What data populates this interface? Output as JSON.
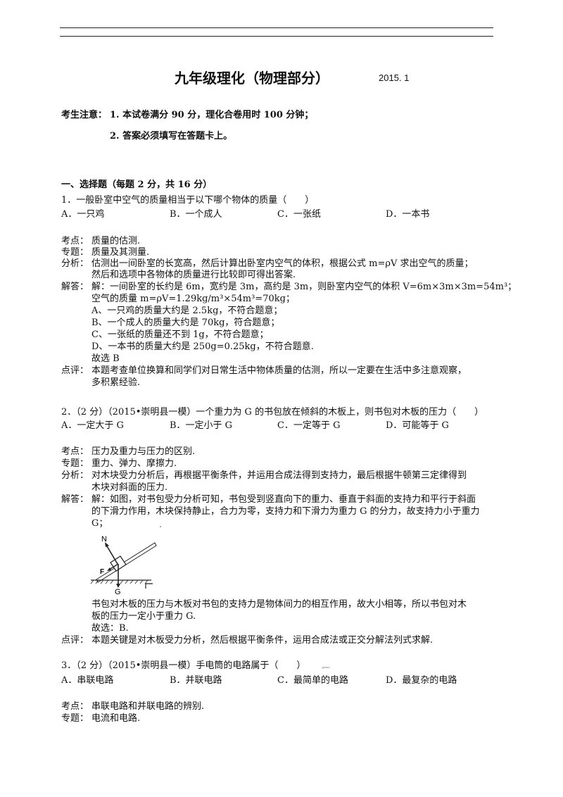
{
  "header": {
    "title": "九年级理化（物理部分）",
    "date": "2015. 1"
  },
  "notice": {
    "label": "考生注意：",
    "item1": "1. 本试卷满分 90 分，理化合卷用时 100 分钟；",
    "item2": "2. 答案必须填写在答题卡上。"
  },
  "section1": {
    "heading": "一、选择题（每题 2 分，共 16 分）"
  },
  "q1": {
    "stem": "1．一般卧室中空气的质量相当于以下哪个物体的质量（　　）",
    "options": [
      "A．一只鸡",
      "B．一个成人",
      "C．一张纸",
      "D．一本书"
    ],
    "kaodian_label": "考点：",
    "kaodian": "质量的估测.",
    "zhuanti_label": "专题：",
    "zhuanti": "质量及其测量.",
    "fenxi_label": "分析：",
    "fenxi": [
      "估测出一间卧室的长宽高，然后计算出卧室内空气的体积，根据公式 m=ρV 求出空气的质量；",
      "然后和选项中各物体的质量进行比较即可得出答案."
    ],
    "jieda_label": "解答：",
    "jieda": [
      "解：一间卧室的长约是 6m，宽约是 3m，高约是 3m，则卧室内空气的体积 V=6m×3m×3m=54m³；",
      "空气的质量 m=ρV=1.29kg/m³×54m³=70kg；",
      "A、一只鸡的质量大约是 2.5kg，不符合题意；",
      "B、一个成人的质量大约是 70kg，符合题意；",
      "C、一张纸的质量还不到 1g，不符合题意；",
      "D、一本书的质量大约是 250g=0.25kg，不符合题意.",
      "故选 B"
    ],
    "dianping_label": "点评：",
    "dianping": [
      "本题考查单位换算和同学们对日常生活中物体质量的估测，所以一定要在生活中多注意观察，",
      "多积累经验."
    ]
  },
  "q2": {
    "stem": "2．（2 分）（2015•崇明县一模）一个重力为 G 的书包放在倾斜的木板上，则书包对木板的压力（　　）",
    "options": [
      "A．一定大于 G",
      "B．一定小于 G",
      "C．一定等于 G",
      "D．可能等于 G"
    ],
    "kaodian_label": "考点：",
    "kaodian": "压力及重力与压力的区别.",
    "zhuanti_label": "专题：",
    "zhuanti": "重力、弹力、摩擦力.",
    "fenxi_label": "分析：",
    "fenxi": [
      "对木块受力分析后，再根据平衡条件，并运用合成法得到支持力，最后根据牛顿第三定律得到",
      "木块对斜面的压力."
    ],
    "jieda_label": "解答：",
    "jieda": [
      "解：如图，对书包受力分析可知，书包受到竖直向下的重力、垂直于斜面的支持力和平行于斜面",
      "的下滑力作用，木块保持静止，合力为零，支持力和下滑力为重力 G 的分力，故支持力小于重力",
      "G；"
    ],
    "figure": {
      "label_n": "N",
      "label_f": "F",
      "label_g": "G"
    },
    "jieda_after": [
      "书包对木板的压力与木板对书包的支持力是物体间力的相互作用，故大小相等，所以书包对木",
      "板的压力一定小于重力 G.",
      "故选：B."
    ],
    "dianping_label": "点评：",
    "dianping": "本题关键是对木板受力分析，然后根据平衡条件，运用合成法或正交分解法列式求解."
  },
  "q3": {
    "stem": "3．（2 分）（2015•崇明县一模）手电筒的电路属于（　　）",
    "watermark": "jyeoo",
    "options": [
      "A．串联电路",
      "B．并联电路",
      "C．最简单的电路",
      "D．最复杂的电路"
    ],
    "kaodian_label": "考点：",
    "kaodian": "串联电路和并联电路的辨别.",
    "zhuanti_label": "专题：",
    "zhuanti": "电流和电路."
  }
}
